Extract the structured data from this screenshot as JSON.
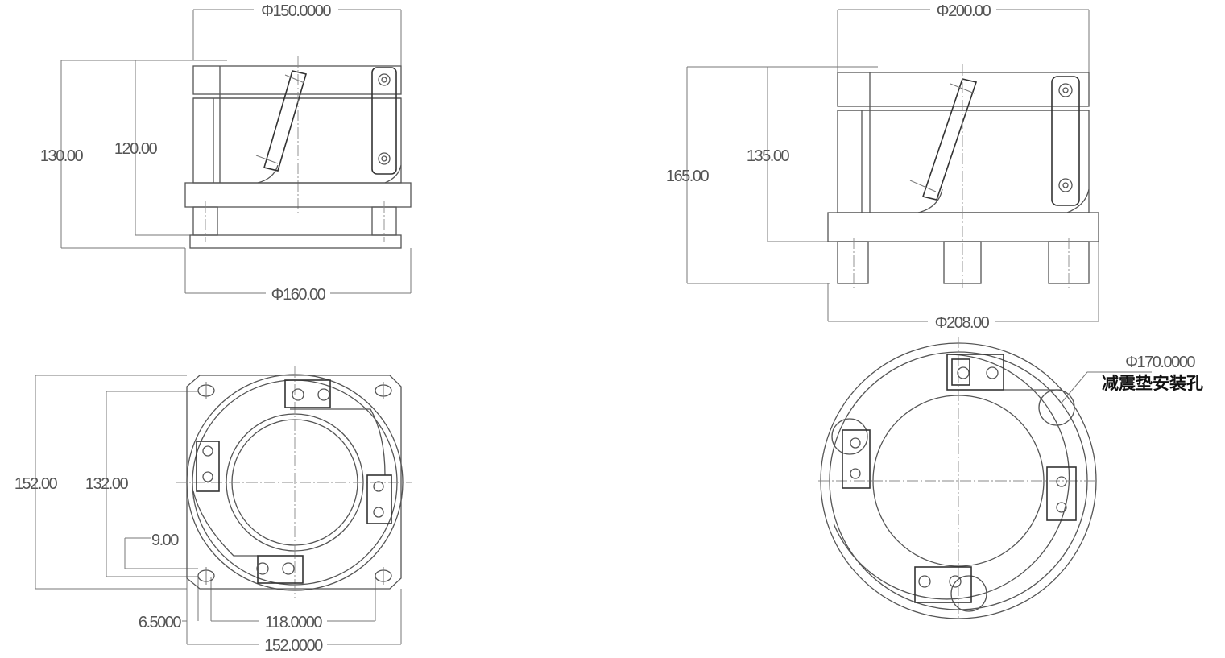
{
  "view1": {
    "top_diameter": "Φ150.0000",
    "base_diameter": "Φ160.00",
    "total_height": "130.00",
    "body_height": "120.00"
  },
  "view2": {
    "top_diameter": "Φ200.00",
    "base_diameter": "Φ208.00",
    "total_height": "165.00",
    "body_height": "135.00"
  },
  "view3": {
    "outer_height": "152.00",
    "inner_height": "132.00",
    "hole_dim": "9.00",
    "edge_offset": "6.5000",
    "hole_spacing": "118.0000",
    "outer_width": "152.0000"
  },
  "view4": {
    "circle_diameter": "Φ170.0000",
    "mount_hole_note": "减震垫安装孔"
  }
}
